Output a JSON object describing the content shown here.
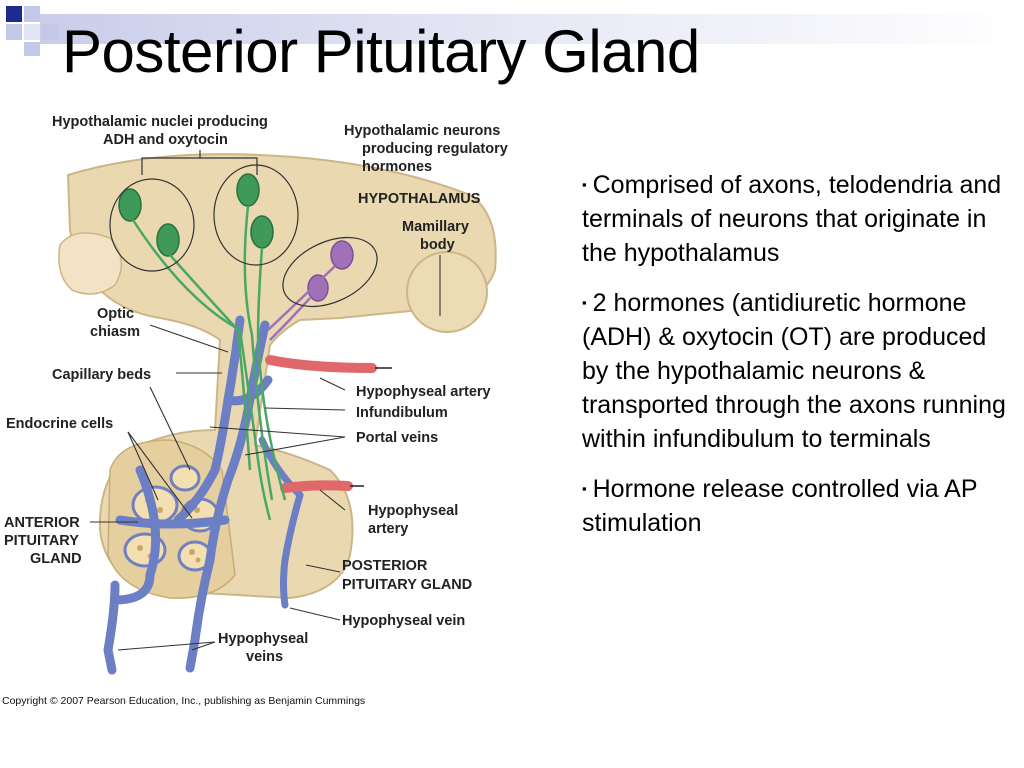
{
  "slide": {
    "title": "Posterior Pituitary Gland",
    "bullets": [
      "Comprised of axons, telodendria and terminals of neurons that originate in the hypothalamus",
      "2 hormones (antidiuretic hormone (ADH) & oxytocin (OT) are produced by the hypothalamic neurons & transported through the axons running within infundibulum to terminals",
      "Hormone release controlled via AP stimulation"
    ],
    "bullet_marker": "▪"
  },
  "diagram": {
    "labels": {
      "hypothalamic_nuclei_1": "Hypothalamic nuclei producing",
      "hypothalamic_nuclei_2": "ADH and oxytocin",
      "hypothalamic_neurons_1": "Hypothalamic neurons",
      "hypothalamic_neurons_2": "producing regulatory",
      "hypothalamic_neurons_3": "hormones",
      "hypothalamus": "HYPOTHALAMUS",
      "mamillary_1": "Mamillary",
      "mamillary_2": "body",
      "optic_1": "Optic",
      "optic_2": "chiasm",
      "capillary_beds": "Capillary beds",
      "hypophyseal_artery_top": "Hypophyseal artery",
      "infundibulum": "Infundibulum",
      "endocrine_cells": "Endocrine cells",
      "portal_veins": "Portal veins",
      "hypophyseal_artery_2a": "Hypophyseal",
      "hypophyseal_artery_2b": "artery",
      "anterior_1": "ANTERIOR",
      "anterior_2": "PITUITARY",
      "anterior_3": "GLAND",
      "posterior_1": "POSTERIOR",
      "posterior_2": "PITUITARY GLAND",
      "hypophyseal_vein": "Hypophyseal vein",
      "hypophyseal_veins_1": "Hypophyseal",
      "hypophyseal_veins_2": "veins"
    },
    "copyright": "Copyright © 2007 Pearson Education, Inc., publishing as Benjamin Cummings"
  },
  "colors": {
    "deco_dark": "#1f2a8f",
    "deco_light": "#c3c8e8",
    "tissue": "#ead8b0",
    "tissue_dark": "#d9c08c",
    "neuron_green": "#3f9a5a",
    "neuron_purple": "#a070b8",
    "vessel_blue": "#6c7fc4",
    "artery_red": "#e0686a"
  }
}
